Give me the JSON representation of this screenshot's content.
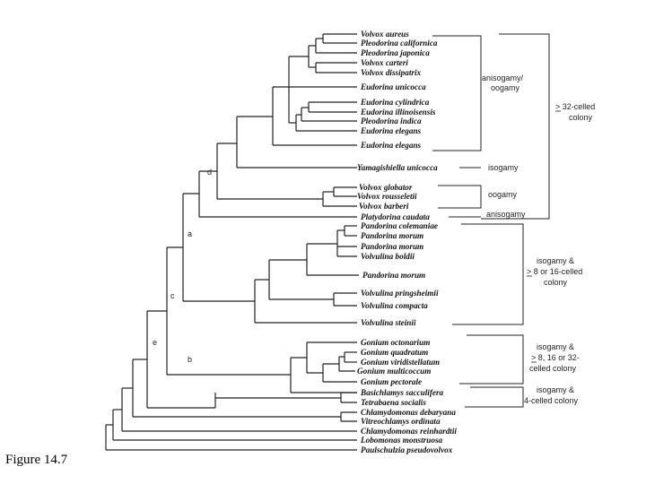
{
  "figure": {
    "caption": "Figure 14.7"
  },
  "nodes": {
    "a": "a",
    "b": "b",
    "c": "c",
    "d": "d",
    "e": "e"
  },
  "taxa": [
    "Volvox aureus",
    "Pleodorina californica",
    "Pleodorina japonica",
    "Volvox carteri",
    "Volvox dissipatrix",
    "Eudorina unicocca",
    "Eudorina cylindrica",
    "Eudorina illinoisensis",
    "Pleodorina indica",
    "Eudorina elegans",
    "Eudorina elegans",
    "Yamagishiella unicocca",
    "Volvox globator",
    "Volvox rousseletii",
    "Volvox barberi",
    "Platydorina caudata",
    "Pandorina colemaniae",
    "Pandorina morum",
    "Pandorina morum",
    "Volvulina boldii",
    "Pandorina morum",
    "Volvulina pringsheimii",
    "Volvulina compacta",
    "Volvulina steinii",
    "Gonium octonarium",
    "Gonium quadratum",
    "Gonium viridistellatum",
    "Gonium multicoccum",
    "Gonium pectorale",
    "Basichlamys sacculifera",
    "Tetrabaena socialis",
    "Chlamydomonas debaryana",
    "Vitreochlamys ordinata",
    "Chlamydomonas reinhardtii",
    "Lobomonas monstruosa",
    "Paulschulzia pseudovolvox"
  ],
  "groups": {
    "anisogamy_oogamy": [
      "anisogamy/",
      "oogamy"
    ],
    "isogamy": "isogamy",
    "oogamy": "oogamy",
    "anisogamy": "anisogamy",
    "large_colony": [
      "> 32-celled",
      "colony"
    ],
    "isogamy_8_16": [
      "isogamy &",
      "> 8 or 16-celled",
      "colony"
    ],
    "isogamy_8_16_32": [
      "isogamy &",
      "> 8, 16 or 32-",
      "celled colony"
    ],
    "isogamy_4": [
      "isogamy &",
      "4-celled colony"
    ]
  }
}
